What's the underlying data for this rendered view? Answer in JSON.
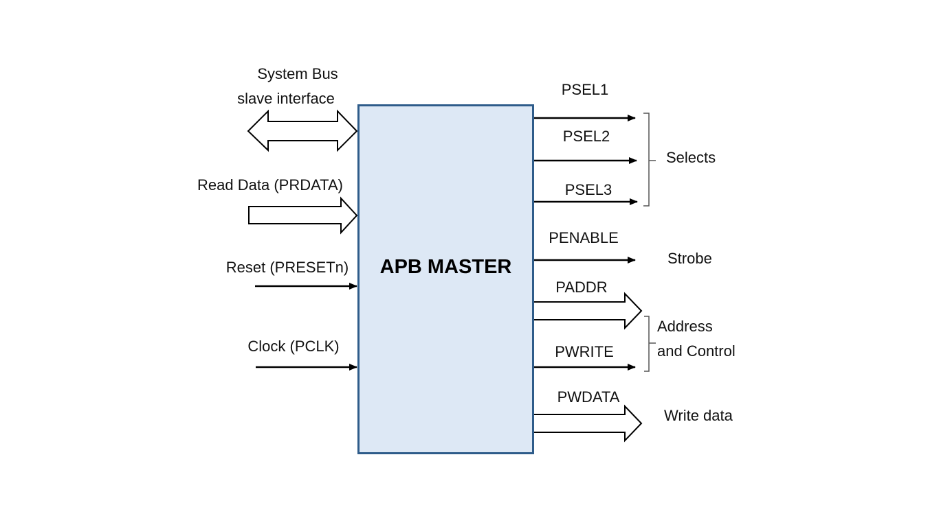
{
  "master": {
    "title": "APB MASTER",
    "fill": "#dde8f5",
    "border": "#2e5c8a"
  },
  "inputs": {
    "system_bus": {
      "line1": "System Bus",
      "line2": "slave interface"
    },
    "read_data": "Read Data (PRDATA)",
    "reset": "Reset (PRESETn)",
    "clock": "Clock (PCLK)"
  },
  "outputs": {
    "psel1": "PSEL1",
    "psel2": "PSEL2",
    "psel3": "PSEL3",
    "penable": "PENABLE",
    "paddr": "PADDR",
    "pwrite": "PWRITE",
    "pwdata": "PWDATA"
  },
  "groups": {
    "selects": "Selects",
    "strobe": "Strobe",
    "address_control": {
      "line1": "Address",
      "line2": "and Control"
    },
    "write_data": "Write data"
  }
}
